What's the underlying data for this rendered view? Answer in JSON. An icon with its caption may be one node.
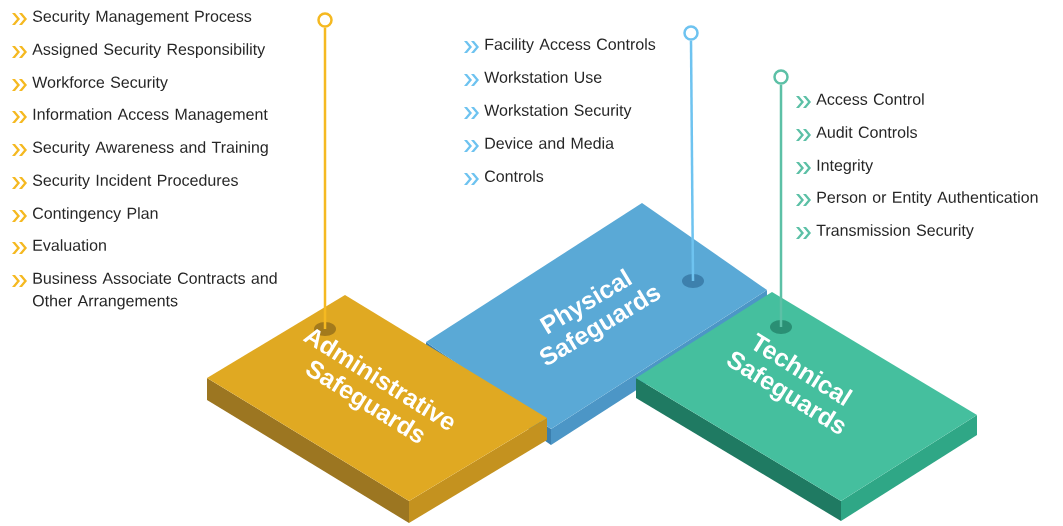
{
  "diagram": {
    "nodes": [
      {
        "text": [
          "Administrative Safeguards"
        ]
      },
      {
        "text": [
          "Physical Safeguards"
        ]
      },
      {
        "text": [
          "Technical Safeguards"
        ]
      },
      {
        "text": [],
        "shape": "circle"
      },
      {
        "text": [],
        "shape": "circle"
      },
      {
        "text": [],
        "shape": "circle"
      }
    ],
    "edges": [
      {
        "from": 0,
        "to": 3,
        "arrow": "none",
        "color": "#f5b921"
      },
      {
        "from": 1,
        "to": 4,
        "arrow": "none",
        "color": "#6ec3f0"
      },
      {
        "from": 2,
        "to": 5,
        "arrow": "none",
        "color": "#5cc0a6"
      }
    ],
    "labels": [
      "Security Management Process",
      "Assigned Security Responsibility",
      "Workforce Security",
      "Information Access Management",
      "Security Awareness and Training",
      "Security Incident Procedures",
      "Contingency Plan",
      "Evaluation",
      "Business Associate Contracts and Other Arrangements",
      "Facility Access Controls",
      "Workstation Use",
      "Workstation Security",
      "Device and Media",
      "Controls",
      "Access Control",
      "Audit Controls",
      "Integrity",
      "Person or Entity Authentication",
      "Transmission Security"
    ]
  }
}
